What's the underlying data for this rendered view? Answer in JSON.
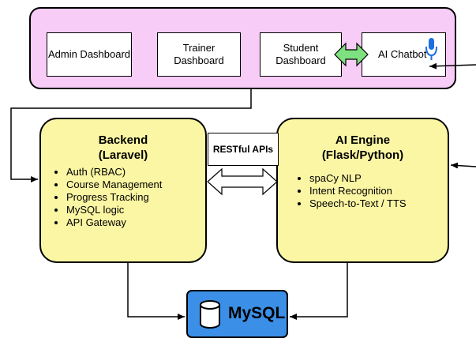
{
  "frontend": {
    "admin_dashboard": "Admin Dashboard",
    "trainer_dashboard": "Trainer\nDashboard",
    "student_dashboard": "Student\nDashboard",
    "ai_chatbot": "AI Chatbot",
    "mic_icon": "microphone-icon"
  },
  "backend": {
    "title_line1": "Backend",
    "title_line2": "(Laravel)",
    "features": [
      "Auth (RBAC)",
      "Course Management",
      "Progress Tracking",
      "MySQL logic",
      "API Gateway"
    ]
  },
  "ai_engine": {
    "title_line1": "AI Engine",
    "title_line2": "(Flask/Python)",
    "features": [
      "spaCy NLP",
      "Intent Recognition",
      "Speech-to-Text / TTS"
    ]
  },
  "connector": {
    "label": "RESTful APIs"
  },
  "database": {
    "label": "MySQL",
    "icon": "database-icon"
  },
  "colors": {
    "frontend_bg": "#f7ccf7",
    "service_bg": "#fbf6a3",
    "db_bg": "#3b8fe6",
    "double_arrow_green": "#7fe07f",
    "mic_blue": "#1e6fe0"
  }
}
